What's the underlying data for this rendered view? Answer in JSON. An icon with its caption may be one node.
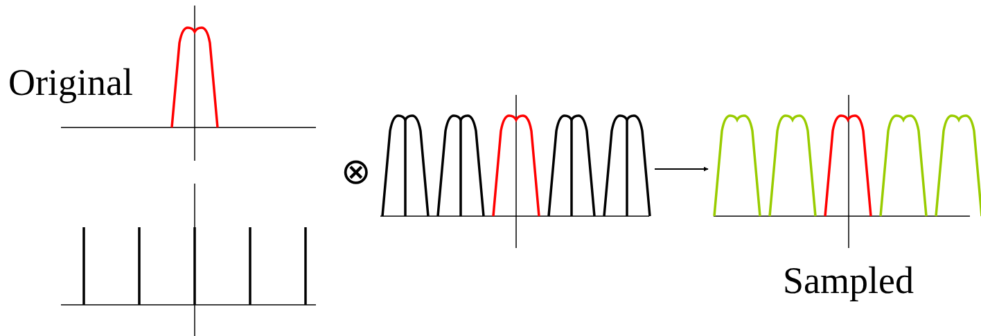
{
  "diagram": {
    "nodes": [
      {
        "text": [
          "Original"
        ]
      },
      {
        "text": [],
        "shape": "picture"
      },
      {
        "text": [],
        "shape": "picture"
      },
      {
        "text": [],
        "shape": "picture",
        "beside": [
          "Sampled"
        ]
      }
    ],
    "edges": [
      {
        "from": 2,
        "to": 3,
        "arrow": "to"
      }
    ],
    "labels": [
      "⊗"
    ]
  }
}
